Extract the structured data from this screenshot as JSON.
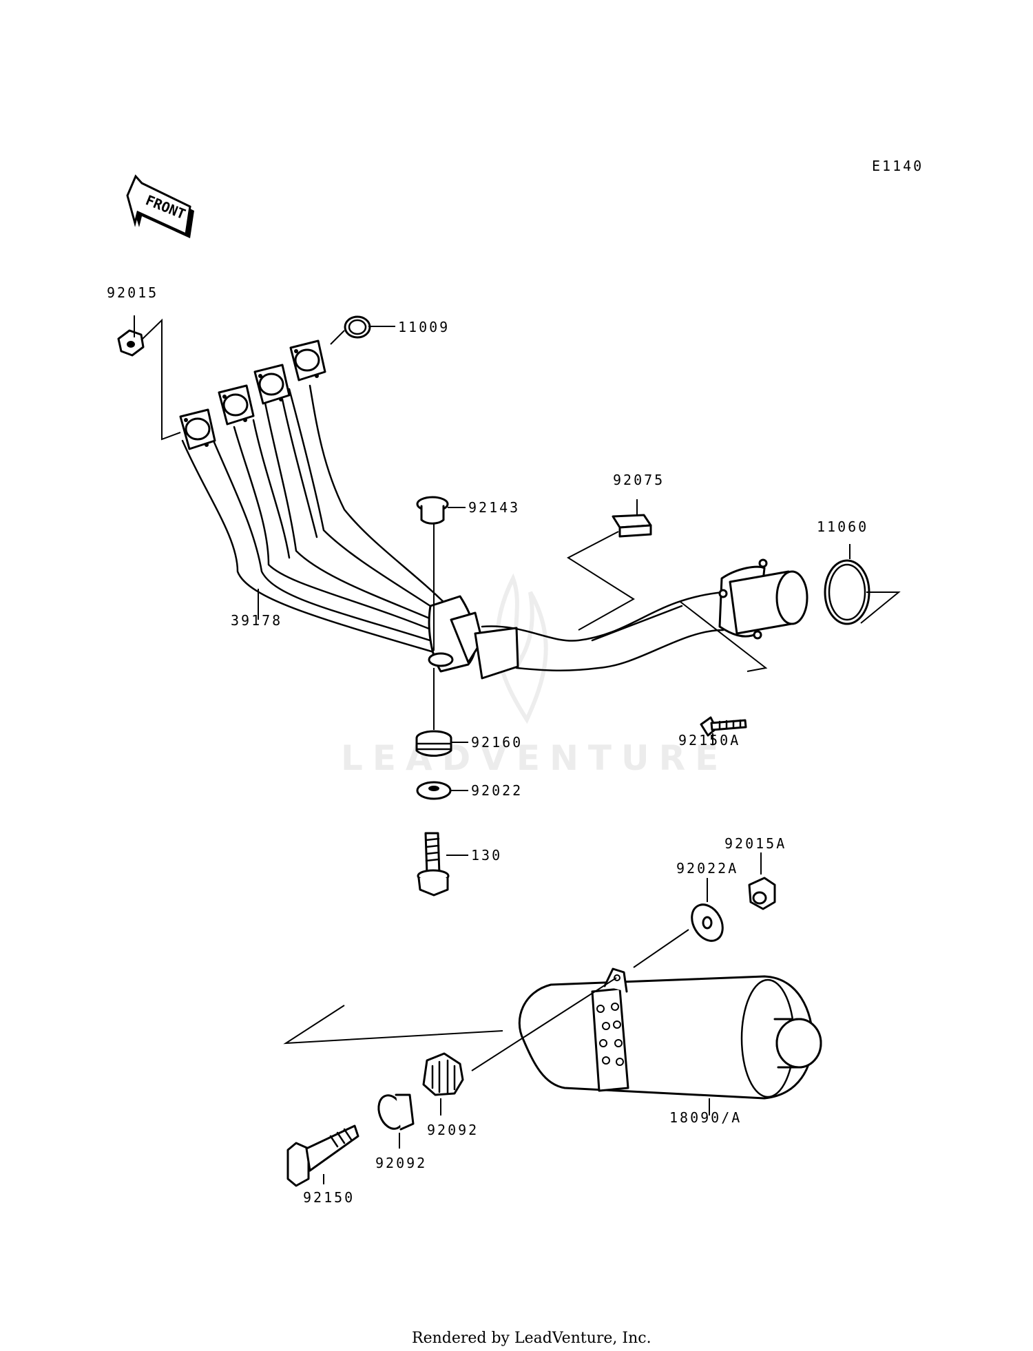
{
  "diagram_code": "E1140",
  "front_arrow_label": "FRONT",
  "watermark": "LEADVENTURE",
  "footer": "Rendered by LeadVenture, Inc.",
  "callouts": {
    "p92015": "92015",
    "p11009": "11009",
    "p92143": "92143",
    "p92075": "92075",
    "p11060": "11060",
    "p39178": "39178",
    "p92150A": "92150A",
    "p92160": "92160",
    "p92022": "92022",
    "p130": "130",
    "p92015A": "92015A",
    "p92022A": "92022A",
    "p18090A": "18090/A",
    "p92092a": "92092",
    "p92092b": "92092",
    "p92150": "92150"
  }
}
